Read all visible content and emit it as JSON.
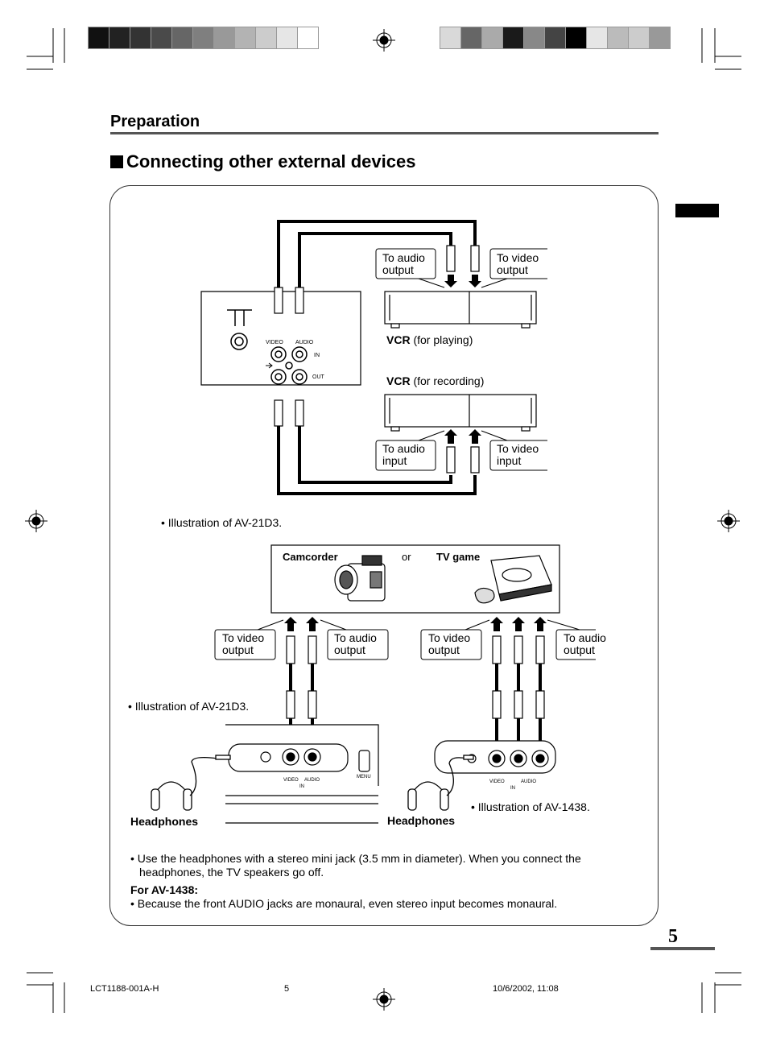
{
  "section_title": "Preparation",
  "heading": "Connecting other external devices",
  "diagram1": {
    "tv_labels": {
      "video": "VIDEO",
      "audio": "AUDIO",
      "in": "IN",
      "out": "OUT"
    },
    "callouts": {
      "audio_output": "To audio\noutput",
      "video_output": "To video\noutput",
      "audio_input": "To audio\ninput",
      "video_input": "To video\ninput"
    },
    "vcr_play": {
      "bold": "VCR",
      "rest": " (for playing)"
    },
    "vcr_rec": {
      "bold": "VCR",
      "rest": " (for recording)"
    },
    "caption": "• Illustration of AV-21D3."
  },
  "diagram2": {
    "camcorder": "Camcorder",
    "or": "or",
    "tv_game": "TV game",
    "left_callouts": {
      "video_output": "To video\noutput",
      "audio_output": "To audio\noutput"
    },
    "right_callouts": {
      "video_output": "To video\noutput",
      "audio_output": "To audio\noutput"
    },
    "caption_left": "• Illustration of AV-21D3.",
    "caption_right": "• Illustration of AV-1438.",
    "headphones_left": "Headphones",
    "headphones_right": "Headphones",
    "panel_labels": {
      "video": "VIDEO",
      "audio": "AUDIO",
      "in": "IN",
      "menu": "MENU"
    }
  },
  "notes": {
    "bullet1_line1": "• Use the headphones with a stereo mini jack (3.5 mm in diameter). When you connect  the",
    "bullet1_line2": "headphones, the TV speakers go off.",
    "for_label": "For AV-1438:",
    "bullet2": "• Because the front AUDIO jacks are monaural, even stereo input becomes monaural."
  },
  "page_number": "5",
  "footer": {
    "left": "LCT1188-001A-H",
    "center": "5",
    "right": "10/6/2002, 11:08"
  },
  "registration_colors_left": [
    "#111111",
    "#222222",
    "#333333",
    "#4a4a4a",
    "#666666",
    "#7f7f7f",
    "#999999",
    "#b3b3b3",
    "#cccccc",
    "#e6e6e6",
    "#ffffff"
  ],
  "registration_colors_right": [
    "#d9d9d9",
    "#666666",
    "#aaaaaa",
    "#1a1a1a",
    "#888888",
    "#444444",
    "#000000",
    "#e6e6e6",
    "#bbbbbb",
    "#cccccc",
    "#999999"
  ]
}
